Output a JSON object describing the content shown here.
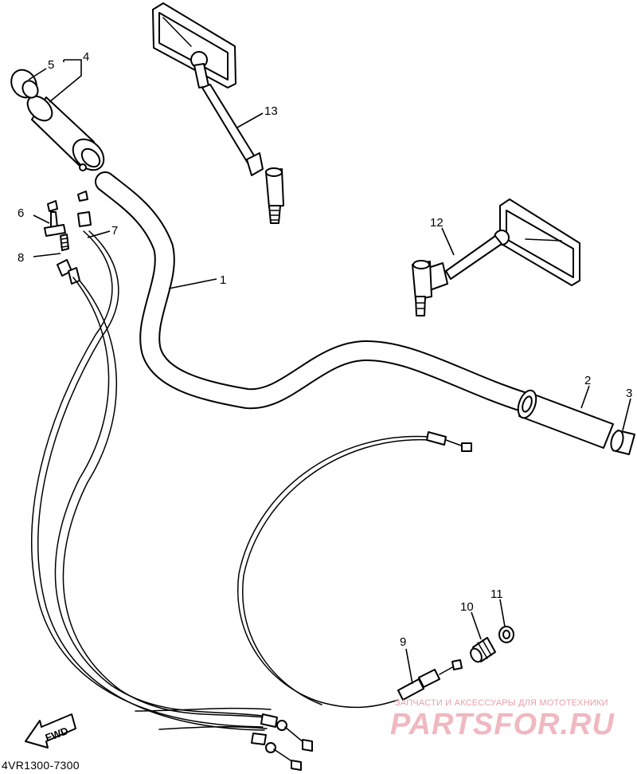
{
  "diagram": {
    "callouts": [
      {
        "id": "1",
        "label": "1"
      },
      {
        "id": "2",
        "label": "2"
      },
      {
        "id": "3",
        "label": "3"
      },
      {
        "id": "4",
        "label": "4"
      },
      {
        "id": "5",
        "label": "5"
      },
      {
        "id": "6",
        "label": "6"
      },
      {
        "id": "7",
        "label": "7"
      },
      {
        "id": "8",
        "label": "8"
      },
      {
        "id": "9",
        "label": "9"
      },
      {
        "id": "10",
        "label": "10"
      },
      {
        "id": "11",
        "label": "11"
      },
      {
        "id": "12",
        "label": "12"
      },
      {
        "id": "13",
        "label": "13"
      }
    ],
    "direction_label": "FWD",
    "drawing_code": "4VR1300-7300"
  },
  "watermark": {
    "tagline": "ЗАПЧАСТИ И АКСЕССУАРЫ ДЛЯ МОТОТЕХНИКИ",
    "brand": "PARTSFOR.RU"
  }
}
